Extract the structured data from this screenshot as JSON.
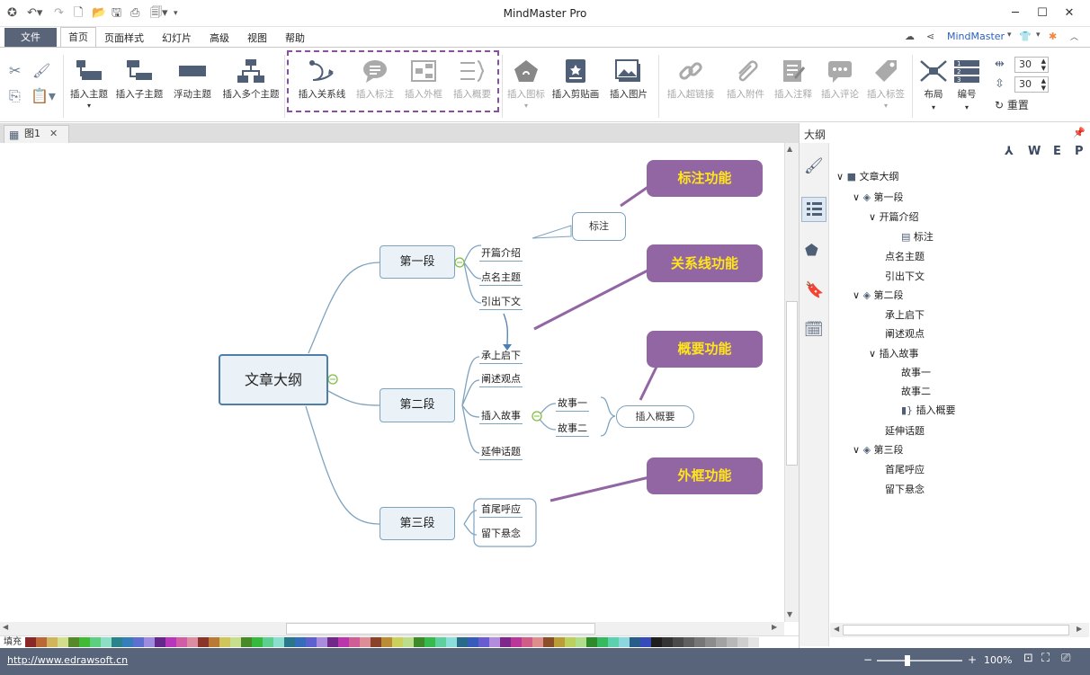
{
  "app": {
    "title": "MindMaster Pro",
    "account": "MindMaster"
  },
  "menu": {
    "file": "文件",
    "tabs": [
      "首页",
      "页面样式",
      "幻灯片",
      "高级",
      "视图",
      "帮助"
    ]
  },
  "ribbon": {
    "insert_topic": "插入主题",
    "insert_subtopic": "插入子主题",
    "floating_topic": "浮动主题",
    "insert_multi": "插入多个主题",
    "relationship": "插入关系线",
    "callout": "插入标注",
    "boundary": "插入外框",
    "summary": "插入概要",
    "icon": "插入图标",
    "clipart": "插入剪贴画",
    "picture": "插入图片",
    "hyperlink": "插入超链接",
    "attachment": "插入附件",
    "note": "插入注释",
    "comment": "插入评论",
    "tag": "插入标签",
    "layout": "布局",
    "numbering": "编号",
    "spin1": "30",
    "spin2": "30",
    "reset": "重置"
  },
  "doc_tab": "图1",
  "map": {
    "central": "文章大纲",
    "sec1": "第一段",
    "sec2": "第二段",
    "sec3": "第三段",
    "sub1": [
      "开篇介绍",
      "点名主题",
      "引出下文"
    ],
    "sub2": [
      "承上启下",
      "阐述观点",
      "插入故事",
      "延伸话题"
    ],
    "stories": [
      "故事一",
      "故事二"
    ],
    "summary": "插入概要",
    "sub3": [
      "首尾呼应",
      "留下悬念"
    ],
    "callout_bubble": "标注"
  },
  "callouts": [
    "标注功能",
    "关系线功能",
    "概要功能",
    "外框功能"
  ],
  "sidebar": {
    "title": "大纲",
    "export": [
      "W",
      "E",
      "P"
    ],
    "tree": [
      "文章大纲",
      "第一段",
      "开篇介绍",
      "标注",
      "点名主题",
      "引出下文",
      "第二段",
      "承上启下",
      "阐述观点",
      "插入故事",
      "故事一",
      "故事二",
      "插入概要",
      "延伸话题",
      "第三段",
      "首尾呼应",
      "留下悬念"
    ]
  },
  "palette_label": "填充",
  "status": {
    "url": "http://www.edrawsoft.cn",
    "zoom": "100%"
  },
  "colors": {
    "accent": "#8a4ea2",
    "status_bg": "#57647a",
    "callout_bg": "#9166a3",
    "callout_text": "#ffe51a",
    "node_border": "#7ea3bf"
  }
}
